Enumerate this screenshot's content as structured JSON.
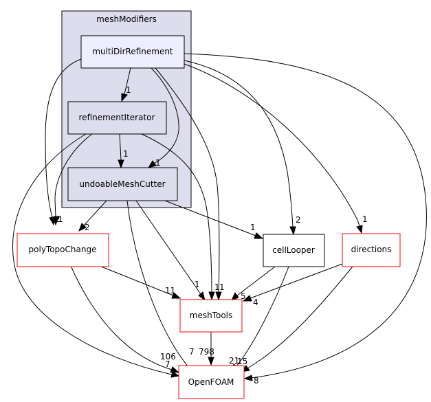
{
  "cluster": {
    "label": "meshModifiers",
    "fill": "#DDDDEE",
    "stroke": "#000000"
  },
  "nodes": {
    "multiDirRefinement": {
      "label": "multiDirRefinement",
      "fill": "#EEEEFF",
      "stroke": "#000000"
    },
    "refinementIterator": {
      "label": "refinementIterator",
      "fill": "#DDDDEE",
      "stroke": "#000000"
    },
    "undoableMeshCutter": {
      "label": "undoableMeshCutter",
      "fill": "#DDDDEE",
      "stroke": "#000000"
    },
    "polyTopoChange": {
      "label": "polyTopoChange",
      "fill": "#FFFFFF",
      "stroke": "#FF0000"
    },
    "cellLooper": {
      "label": "cellLooper",
      "fill": "#FFFFFF",
      "stroke": "#000000"
    },
    "directions": {
      "label": "directions",
      "fill": "#FFFFFF",
      "stroke": "#FF0000"
    },
    "meshTools": {
      "label": "meshTools",
      "fill": "#FFFFFF",
      "stroke": "#FF0000"
    },
    "OpenFOAM": {
      "label": "OpenFOAM",
      "fill": "#FFFFFF",
      "stroke": "#FF0000"
    }
  },
  "edges": {
    "mdr_ri": "1",
    "mdr_umc": "1",
    "mdr_ptc": "2",
    "mdr_cl": "2",
    "mdr_dir": "1",
    "mdr_mt": "1",
    "mdr_of": "8",
    "ri_umc": "1",
    "ri_ptc": "1",
    "ri_mt": "1",
    "ri_of": "7",
    "umc_ptc": "2",
    "umc_cl": "1",
    "umc_mt": "1",
    "umc_of": "7",
    "ptc_mt": "11",
    "ptc_of": "106",
    "cl_mt": "5",
    "cl_of": "21",
    "dir_mt": "4",
    "dir_of": "15",
    "mt_of": "798"
  }
}
